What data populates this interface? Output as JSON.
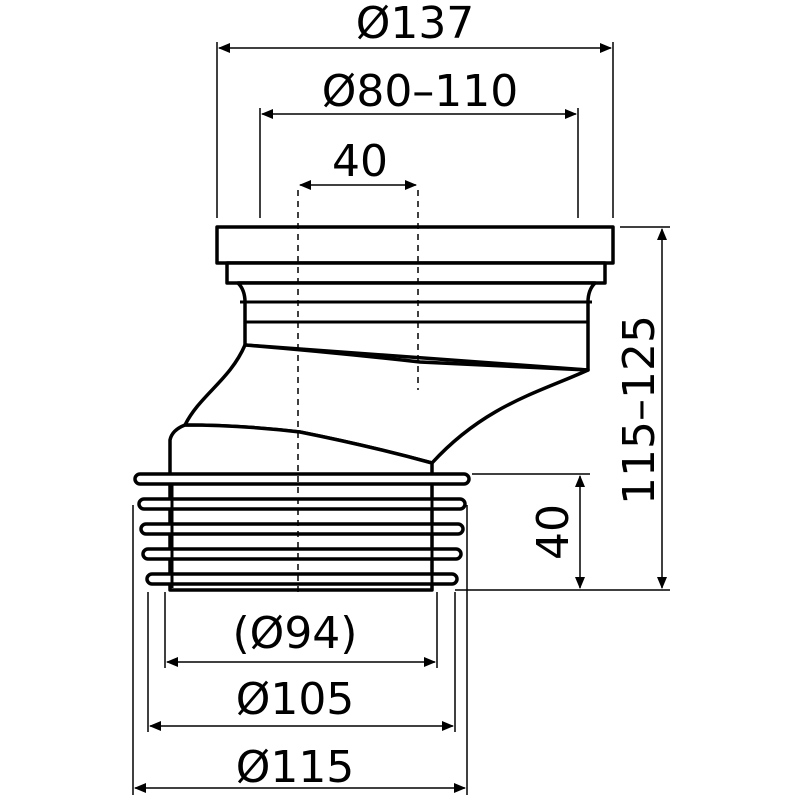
{
  "dimensions": {
    "outer_diameter_top": "Ø137",
    "socket_diameter_range": "Ø80–110",
    "offset_top": "40",
    "height_range": "115–125",
    "lower_insert_depth": "40",
    "seal_inner_diameter": "(Ø94)",
    "pipe_diameter_mid": "Ø105",
    "pipe_diameter_outer": "Ø115"
  }
}
